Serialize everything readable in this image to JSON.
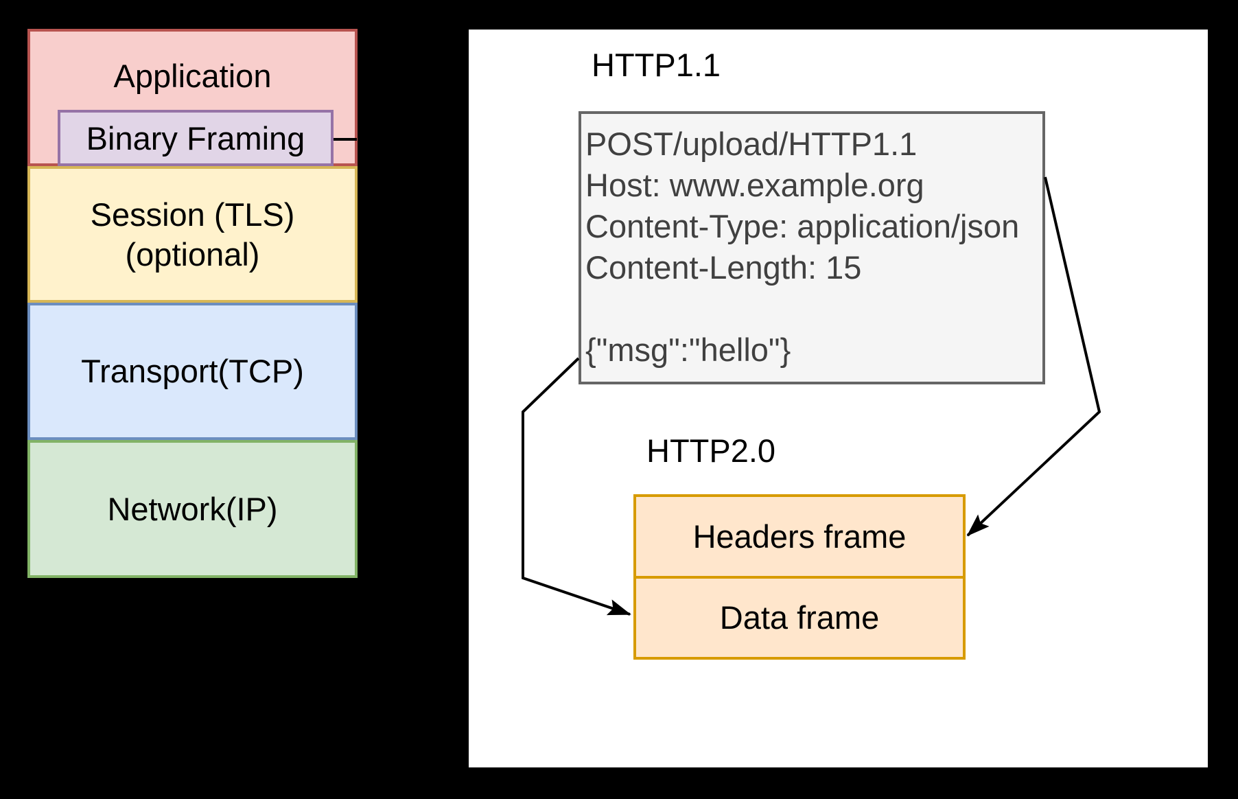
{
  "diagram": {
    "background_color": "#000000",
    "panel_color": "#ffffff"
  },
  "protocol_stack": {
    "application": {
      "label": "Application",
      "fill": "#f8cecc",
      "stroke": "#b85450"
    },
    "binary_framing": {
      "label": "Binary Framing",
      "fill": "#e1d5e7",
      "stroke": "#9673a6"
    },
    "session": {
      "label": "Session (TLS)\n(optional)",
      "fill": "#fff2cc",
      "stroke": "#d6b656"
    },
    "transport": {
      "label": "Transport(TCP)",
      "fill": "#dae8fc",
      "stroke": "#6c8ebf"
    },
    "network": {
      "label": "Network(IP)",
      "fill": "#d5e8d4",
      "stroke": "#82b366"
    }
  },
  "http1": {
    "title": "HTTP1.1",
    "request_text": "POST/upload/HTTP1.1\nHost: www.example.org\nContent-Type: application/json\nContent-Length: 15\n\n{\"msg\":\"hello\"}",
    "box_fill": "#f5f5f5",
    "box_stroke": "#666666",
    "text_color": "#404040"
  },
  "http2": {
    "title": "HTTP2.0",
    "frames": [
      {
        "label": "Headers frame"
      },
      {
        "label": "Data frame"
      }
    ],
    "frame_fill": "#ffe6cc",
    "frame_stroke": "#d79b00"
  },
  "connectors": {
    "arrow_color": "#000000",
    "binary_framing_tab": "connector from Binary Framing box to stack edge",
    "body_to_data_frame": "arrow from request body corner to Data frame",
    "headers_to_headers_frame": "arrow from request box right edge to Headers frame"
  }
}
